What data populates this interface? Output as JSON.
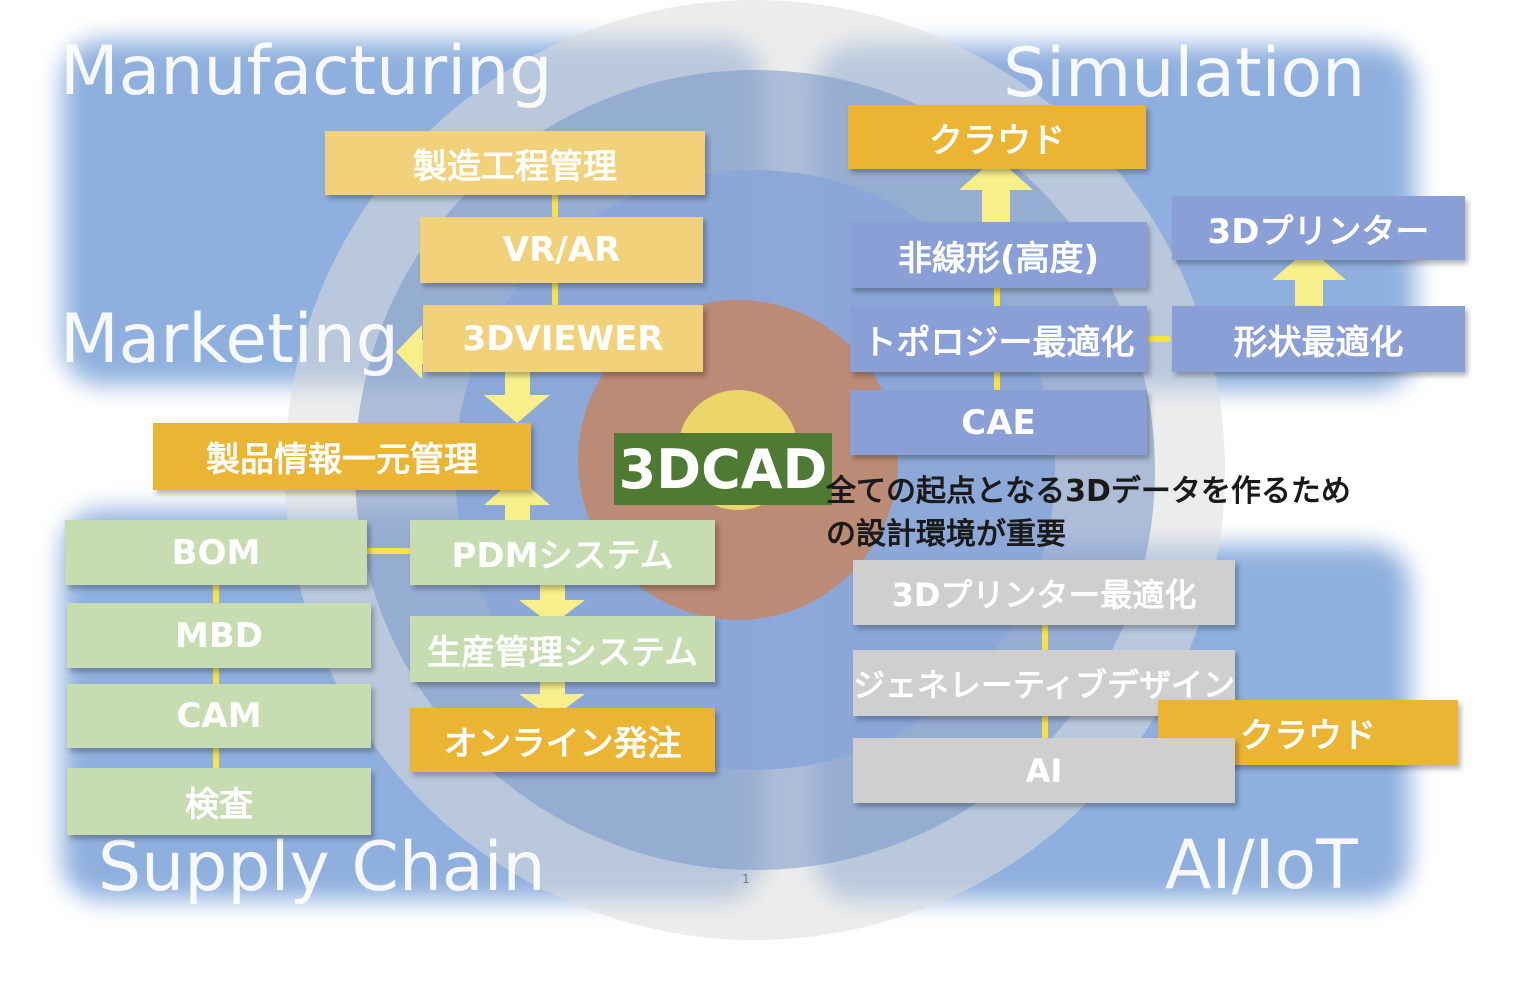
{
  "quadrants": {
    "manufacturing": "Manufacturing",
    "simulation": "Simulation",
    "marketing": "Marketing",
    "supply_chain": "Supply Chain",
    "ai_iot": "AI/IoT"
  },
  "center": {
    "label": "3DCAD",
    "note_line1": "全ての起点となる3Dデータを作るため",
    "note_line2": "の設計環境が重要"
  },
  "manufacturing_boxes": [
    "製造工程管理",
    "VR/AR",
    "3DVIEWER",
    "製品情報一元管理"
  ],
  "supply_chain_boxes": {
    "left": [
      "BOM",
      "MBD",
      "CAM",
      "検査"
    ],
    "right": [
      "PDMシステム",
      "生産管理システム",
      "オンライン発注"
    ]
  },
  "simulation_boxes": {
    "cloud": "クラウド",
    "nonlinear": "非線形(高度)",
    "topology": "トポロジー最適化",
    "cae": "CAE",
    "printer": "3Dプリンター",
    "shape": "形状最適化"
  },
  "ai_boxes": {
    "printer_opt": "3Dプリンター最適化",
    "generative": "ジェネレーティブデザイン",
    "ai": "AI",
    "cloud": "クラウド"
  },
  "page_number": "1",
  "colors": {
    "quadrant_blue": "#8fb0de",
    "yellow_light": "#f1d27a",
    "yellow_dark": "#ebb533",
    "blue_box": "#8a9fd6",
    "green_box": "#c7dcb1",
    "gray_box": "#cfcfcf",
    "center_green": "#4f7a33"
  }
}
